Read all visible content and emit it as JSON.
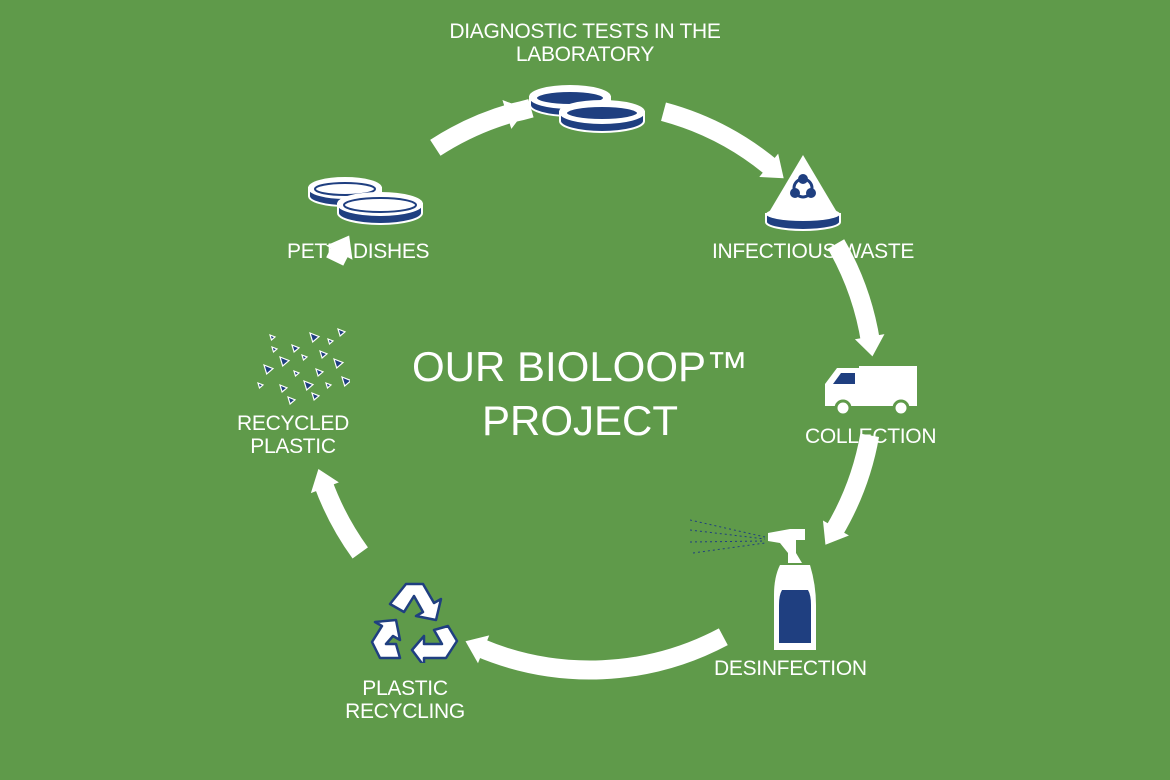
{
  "title": {
    "line1": "OUR BIOLOOP™",
    "line2": "PROJECT"
  },
  "steps": {
    "lab": {
      "line1": "DIAGNOSTIC TESTS IN THE",
      "line2": "LABORATORY"
    },
    "waste": {
      "label": "INFECTIOUS WASTE"
    },
    "collection": {
      "label": "COLLECTION"
    },
    "desinfection": {
      "label": "DESINFECTION"
    },
    "recycling": {
      "line1": "PLASTIC",
      "line2": "RECYCLING"
    },
    "recycled": {
      "line1": "RECYCLED",
      "line2": "PLASTIC"
    },
    "petri": {
      "label": "PETRI DISHES"
    }
  },
  "colors": {
    "background": "#5f9a4a",
    "navy": "#1f3f80",
    "white": "#ffffff"
  }
}
